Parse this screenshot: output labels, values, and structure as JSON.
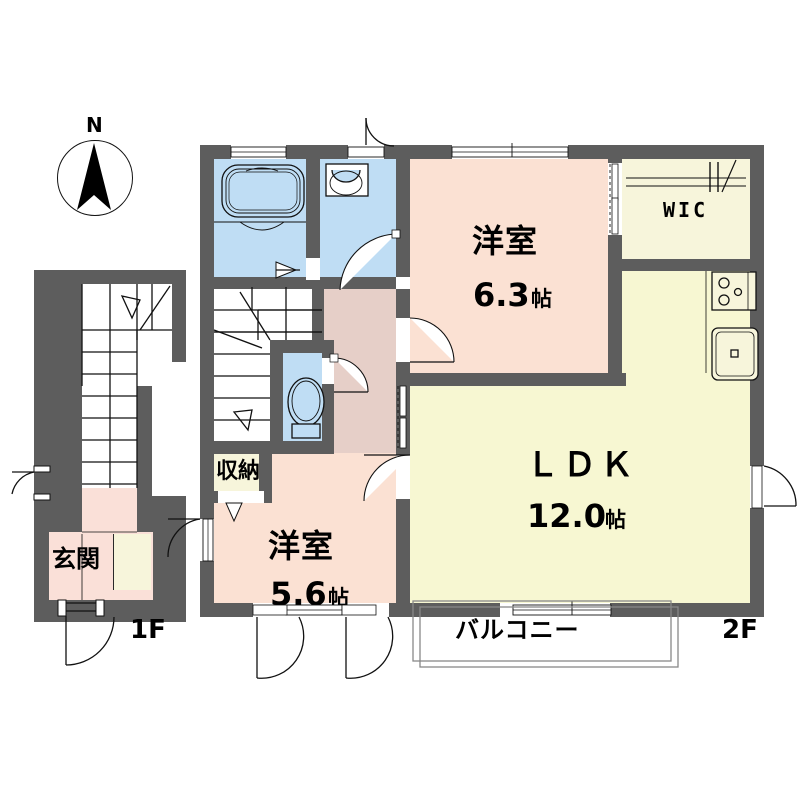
{
  "plan": {
    "compass": {
      "label": "N",
      "icon": "compass-north-icon"
    },
    "floors": [
      {
        "id": "first",
        "label": "1F"
      },
      {
        "id": "second",
        "label": "2F"
      }
    ],
    "first_floor": {
      "label": "1F",
      "rooms": [
        {
          "name": "genkan",
          "label": "玄関",
          "type": "entrance"
        },
        {
          "name": "stairs",
          "label": "",
          "type": "staircase"
        }
      ]
    },
    "second_floor": {
      "label": "2F",
      "rooms": [
        {
          "name": "bathroom",
          "label": "",
          "type": "bath"
        },
        {
          "name": "washroom",
          "label": "",
          "type": "washroom"
        },
        {
          "name": "toilet",
          "label": "",
          "type": "toilet"
        },
        {
          "name": "hallway",
          "label": "",
          "type": "corridor"
        },
        {
          "name": "stairs",
          "label": "",
          "type": "staircase"
        },
        {
          "name": "closet",
          "label": "収納",
          "type": "storage"
        },
        {
          "name": "bedroom-1",
          "label": "洋室",
          "size": "6.3",
          "unit": "帖",
          "type": "western-room"
        },
        {
          "name": "bedroom-2",
          "label": "洋室",
          "size": "5.6",
          "unit": "帖",
          "type": "western-room"
        },
        {
          "name": "wic",
          "label": "WIC",
          "type": "walk-in-closet"
        },
        {
          "name": "ldk",
          "label": "ＬＤＫ",
          "size": "12.0",
          "unit": "帖",
          "type": "living-dining-kitchen"
        },
        {
          "name": "balcony",
          "label": "バルコニー",
          "type": "balcony"
        }
      ]
    },
    "fixtures": [
      {
        "name": "bathtub-icon"
      },
      {
        "name": "sink-basin-icon"
      },
      {
        "name": "toilet-icon"
      },
      {
        "name": "gas-stove-icon"
      },
      {
        "name": "kitchen-sink-icon"
      },
      {
        "name": "hanger-rod-icon"
      }
    ],
    "colors": {
      "wall": "#5d5d5d",
      "bedroom_fill": "#fbe1d3",
      "water_fill": "#bfddf4",
      "ldk_fill": "#f7f7d2",
      "wic_fill": "#f7f5db",
      "corridor_fill": "#e6cfc8",
      "background": "#ffffff",
      "text": "#000000"
    }
  }
}
